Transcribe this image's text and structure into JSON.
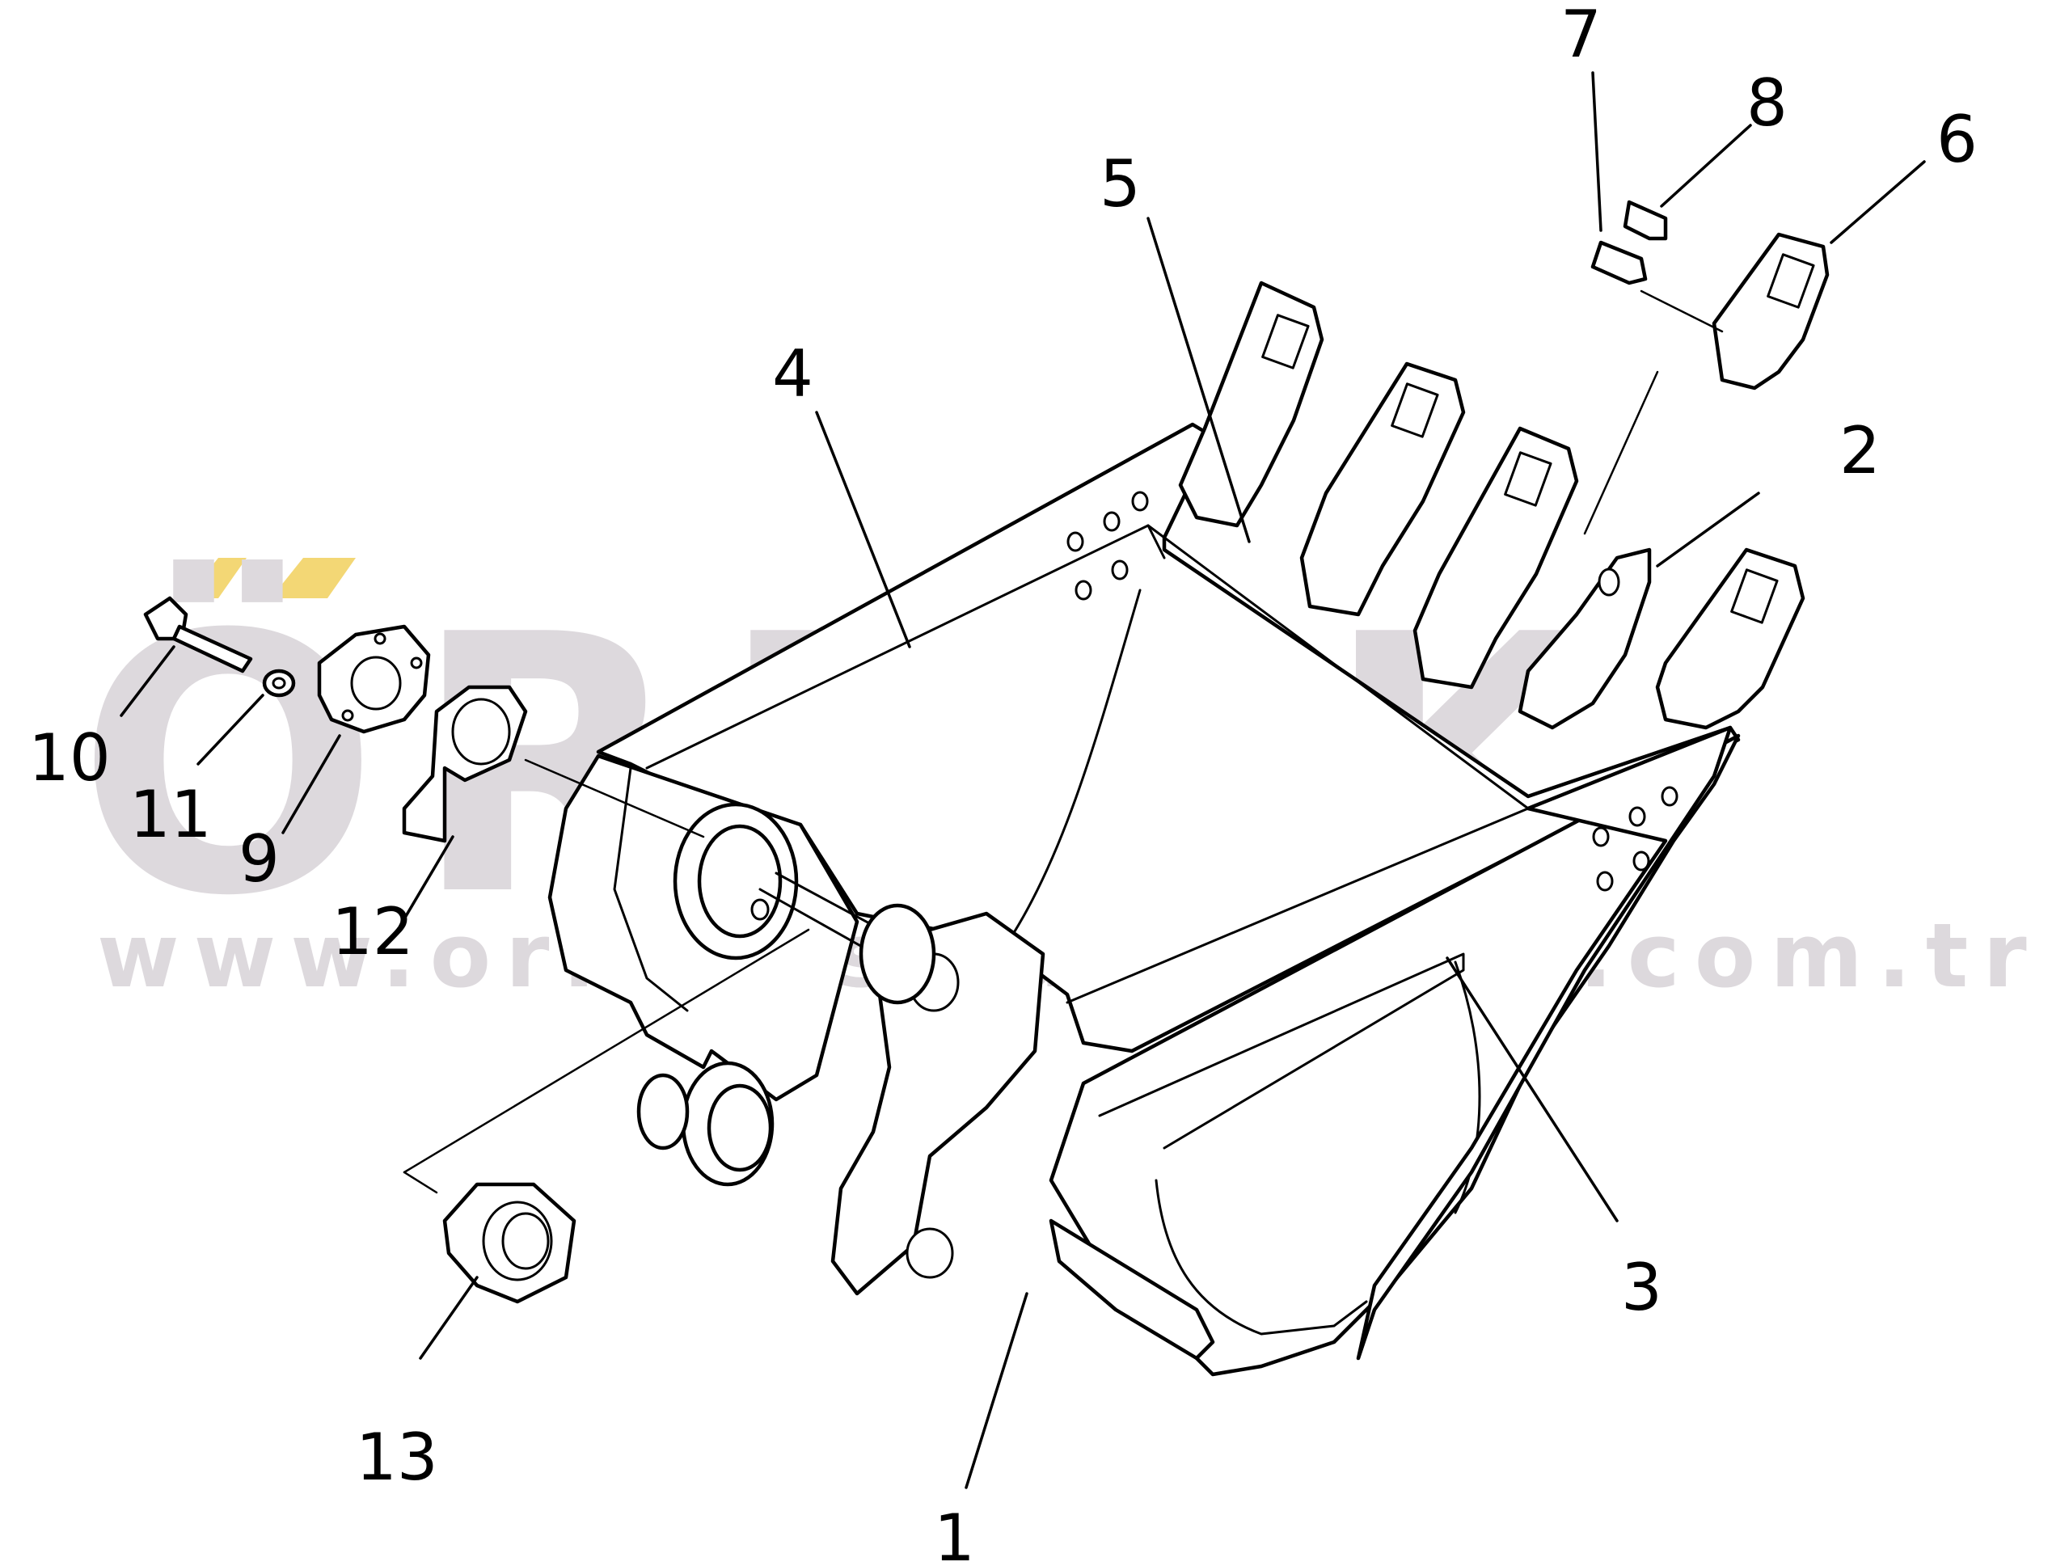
{
  "watermark": {
    "brand": "ÖRNEK",
    "url": "www.ornekismakinalari.com.tr",
    "accent_color": "#f3d775",
    "text_color": "#ddd9dd"
  },
  "callouts": [
    "1",
    "2",
    "3",
    "4",
    "5",
    "6",
    "7",
    "8",
    "9",
    "10",
    "11",
    "12",
    "13"
  ]
}
